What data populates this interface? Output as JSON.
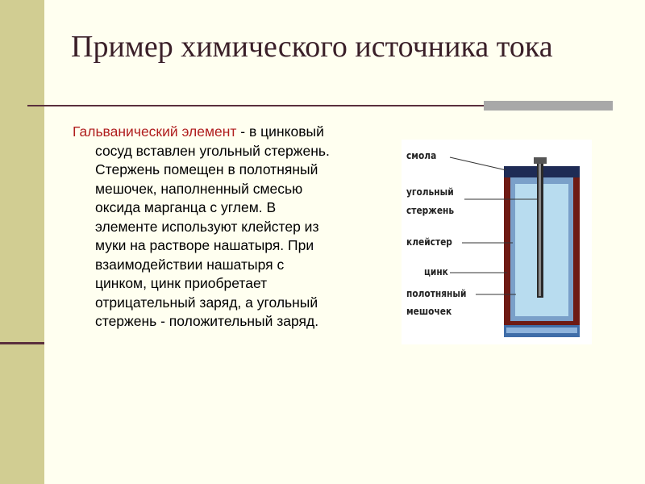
{
  "slide": {
    "title": "Пример химического источника тока",
    "body": {
      "highlight": "Гальванический элемент",
      "text": " - в цинковый сосуд вставлен угольный стержень. Стержень помещен в полотняный мешочек, наполненный смесью оксида марганца с углем. В элементе используют клейстер из муки на растворе нашатыря. При взаимодействии нашатыря с цинком, цинк приобретает отрицательный заряд, а угольный стержень - положительный заряд."
    },
    "colors": {
      "sidebar": "#d1cd92",
      "accent_text": "#b01e1e",
      "rule": "#5a2f3d"
    }
  },
  "figure": {
    "labels": {
      "resin": "смола",
      "carbon_rod_1": "угольный",
      "carbon_rod_2": "стержень",
      "paste": "клейстер",
      "zinc": "цинк",
      "linen_bag_1": "полотняный",
      "linen_bag_2": "мешочек"
    }
  }
}
